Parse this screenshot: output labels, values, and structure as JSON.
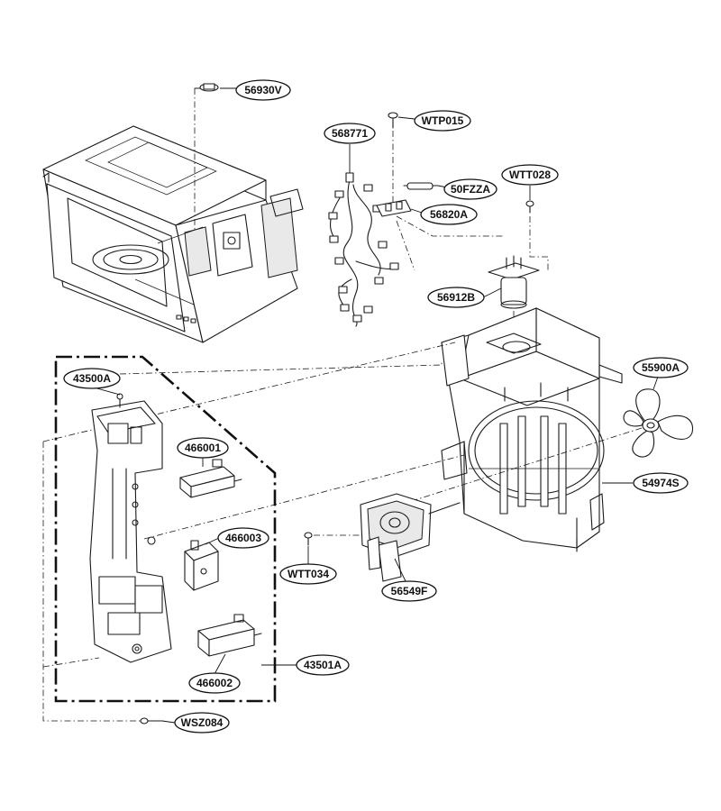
{
  "diagram": {
    "callouts": [
      {
        "id": "c-56930V",
        "label": "56930V"
      },
      {
        "id": "c-WTP015",
        "label": "WTP015"
      },
      {
        "id": "c-568771",
        "label": "568771"
      },
      {
        "id": "c-WTT028",
        "label": "WTT028"
      },
      {
        "id": "c-50FZZA",
        "label": "50FZZA"
      },
      {
        "id": "c-56820A",
        "label": "56820A"
      },
      {
        "id": "c-56912B",
        "label": "56912B"
      },
      {
        "id": "c-55900A",
        "label": "55900A"
      },
      {
        "id": "c-43500A",
        "label": "43500A"
      },
      {
        "id": "c-466001",
        "label": "466001"
      },
      {
        "id": "c-54974S",
        "label": "54974S"
      },
      {
        "id": "c-466003",
        "label": "466003"
      },
      {
        "id": "c-WTT034",
        "label": "WTT034"
      },
      {
        "id": "c-56549F",
        "label": "56549F"
      },
      {
        "id": "c-43501A",
        "label": "43501A"
      },
      {
        "id": "c-466002",
        "label": "466002"
      },
      {
        "id": "c-WSZ084",
        "label": "WSZ084"
      }
    ]
  }
}
